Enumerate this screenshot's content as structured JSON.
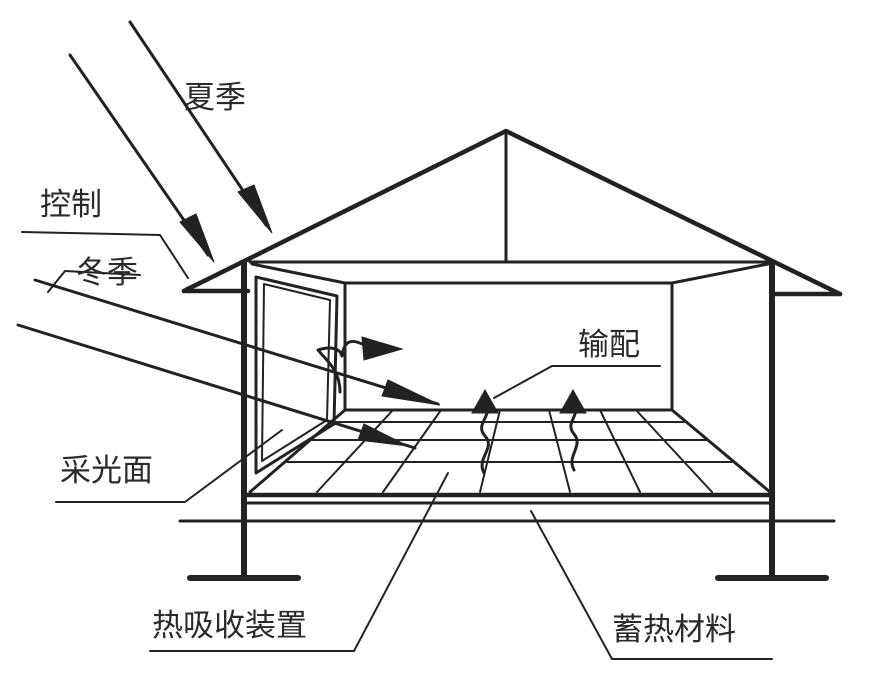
{
  "labels": {
    "summer": "夏季",
    "control": "控制",
    "winter": "冬季",
    "distribution": "输配",
    "collecting_surface": "采光面",
    "heat_absorber": "热吸收装置",
    "heat_storage_material": "蓄热材料"
  },
  "icons": {
    "sun_ray_arrow": "arrowhead",
    "heat_rise_arrow": "arrowhead",
    "airflow_arrow": "arrowhead"
  }
}
